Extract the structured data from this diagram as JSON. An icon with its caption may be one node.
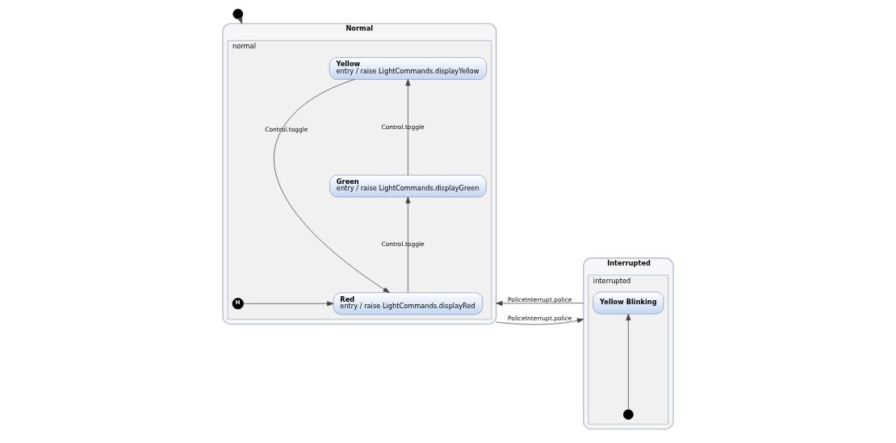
{
  "diagram": {
    "nodes": [
      {
        "text": [],
        "shape": "circle"
      },
      {
        "text": [
          "Normal"
        ]
      },
      {
        "text": [
          "normal"
        ],
        "in": 1
      },
      {
        "text": [
          "Red",
          "entry / raise LightCommands.displayRed"
        ],
        "in": 2
      },
      {
        "text": [
          "Green",
          "entry / raise LightCommands.displayGreen"
        ],
        "in": 2
      },
      {
        "text": [
          "Yellow",
          "entry / raise LightCommands.displayYellow"
        ],
        "in": 2
      },
      {
        "text": [
          "H"
        ],
        "in": 2
      },
      {
        "text": [
          "Interrupted"
        ]
      },
      {
        "text": [
          "interrupted"
        ],
        "in": 7
      },
      {
        "text": [],
        "shape": "circle",
        "in": 8
      },
      {
        "text": [
          "Yellow Blinking"
        ],
        "in": 8
      }
    ],
    "edges": [
      {
        "from": 0,
        "to": 1,
        "arrow": "to"
      },
      {
        "from": 3,
        "to": 4,
        "arrow": "to",
        "label": "Control.toggle"
      },
      {
        "from": 4,
        "to": 5,
        "arrow": "to",
        "label": "Control.toggle"
      },
      {
        "from": 5,
        "to": 3,
        "arrow": "to",
        "label": "Control.toggle"
      },
      {
        "from": 6,
        "to": 3,
        "arrow": "to"
      },
      {
        "from": 7,
        "to": 1,
        "arrow": "to",
        "label": "PoliceInterrupt.police"
      },
      {
        "from": 1,
        "to": 7,
        "arrow": "to",
        "label": "PoliceInterrupt.police"
      },
      {
        "from": 9,
        "to": 10,
        "arrow": "to"
      }
    ]
  }
}
